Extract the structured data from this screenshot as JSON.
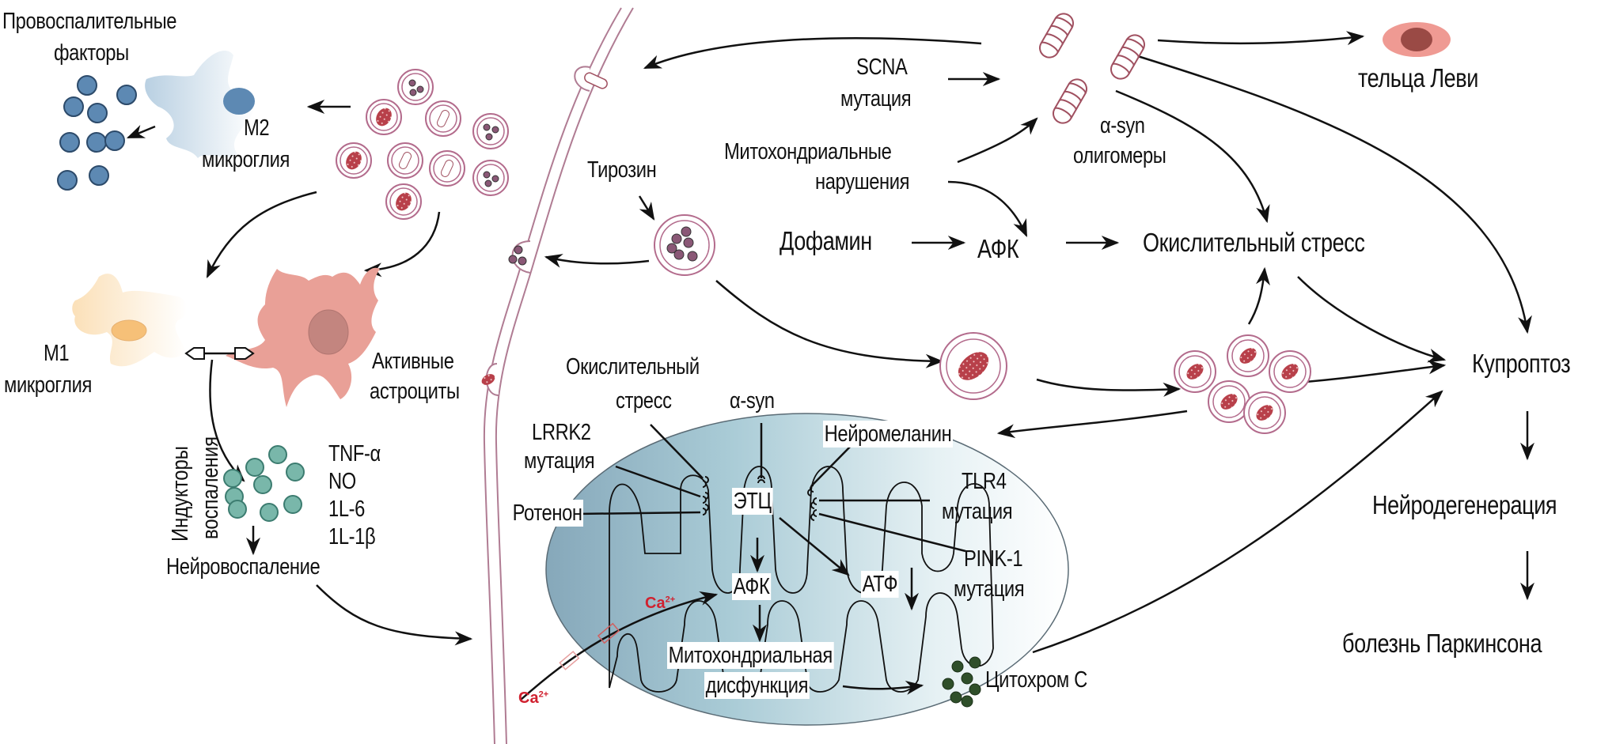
{
  "title": "Механизмы купроптоза при болезни Паркинсона",
  "colors": {
    "arrow": "#111111",
    "membrane": "#b07c93",
    "vesicle_ring": "#b36b8c",
    "vesicle_dots": "#8a5876",
    "mito_fill_dark": "#8fb0c0",
    "mito_fill_light": "#ffffff",
    "m2_blue": "#5d89b3",
    "m1_orange": "#f6c78a",
    "astrocyte_pink": "#e9a097",
    "inducer_teal": "#79b7aa",
    "lewy_outer": "#ef9a93",
    "lewy_inner": "#9a4a45",
    "cytochrome": "#2f4f2a",
    "calcium_red": "#d0212f",
    "oligomer_stroke": "#a05060"
  },
  "labels": {
    "proinflammatory": [
      "Провоспалительные",
      "факторы"
    ],
    "m2": [
      "M2",
      "микроглия"
    ],
    "m1": [
      "M1",
      "микроглия"
    ],
    "astrocytes": [
      "Активные",
      "астроциты"
    ],
    "inducers": [
      "Индукторы",
      "воспаления"
    ],
    "cytokines": [
      "TNF-α",
      "NO",
      "1L-6",
      "1L-1β"
    ],
    "neuroinflammation": "Нейровоспаление",
    "tyrosine": "Тирозин",
    "scna": [
      "SCNA",
      "мутация"
    ],
    "mito_disorders": [
      "Митохондриальные",
      "нарушения"
    ],
    "dopamine": "Дофамин",
    "ros_top": "АФК",
    "asyn_oligomers": [
      "α-syn",
      "олигомеры"
    ],
    "lewy_bodies": "тельца Леви",
    "oxidative_stress_main": "Окислительный стресс",
    "cuproptosis": "Купроптоз",
    "neurodegeneration": "Нейродегенерация",
    "parkinsons": "болезнь Паркинсона",
    "ox_stress_mito": [
      "Окислительный",
      "стресс"
    ],
    "asyn_mito": "α-syn",
    "lrrk2": [
      "LRRK2",
      "мутация"
    ],
    "rotenone": "Ротенон",
    "neuromelanin": "Нейромеланин",
    "tlr4": [
      "TLR4",
      "мутация"
    ],
    "pink1": [
      "PINK-1",
      "мутация"
    ],
    "etc": "ЭТЦ",
    "ros_mito": "АФК",
    "atp": "АТФ",
    "mito_dysfunction": [
      "Митохондриальная",
      "дисфункция"
    ],
    "cytochrome_c": "Цитохром С",
    "calcium": "Ca",
    "calcium_charge": "2+"
  }
}
